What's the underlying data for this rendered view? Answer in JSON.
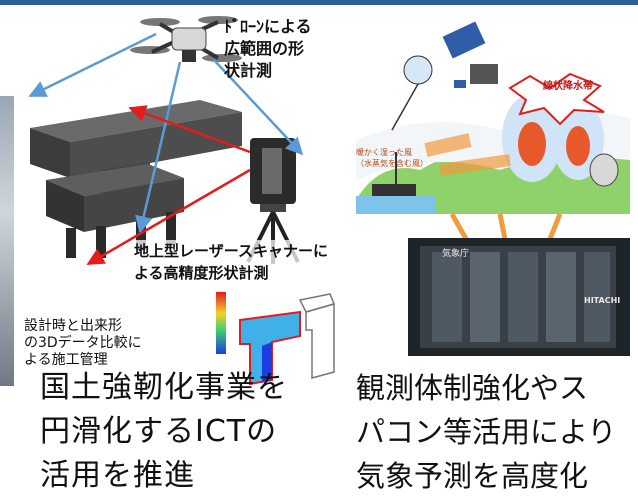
{
  "drone_label": [
    "ﾄﾞﾛｰﾝによる",
    "広範囲の形",
    "状計測"
  ],
  "scanner_label": [
    "地上型レーザースキャナーに",
    "よる高精度形状計測"
  ],
  "compare_label": [
    "設計時と出来形",
    "の3Dデータ比較に",
    "よる施工管理"
  ],
  "rain_band_label": "線状降水帯",
  "wind_label": [
    "暖かく湿った風",
    "（水蒸気を含む風）"
  ],
  "supercomputer_brand": "HITACHI",
  "supercomputer_org": "気象庁",
  "left_caption": [
    "国土強靭化事業を",
    "円滑化するICTの",
    "活用を推進"
  ],
  "right_caption": [
    "観測体制強化やス",
    "パコン等活用により",
    "気象予測を高度化"
  ],
  "colors": {
    "accent_bar": "#2c5f99",
    "red_arrow": "#e31c1c",
    "blue_arrow": "#5b9bd5"
  }
}
